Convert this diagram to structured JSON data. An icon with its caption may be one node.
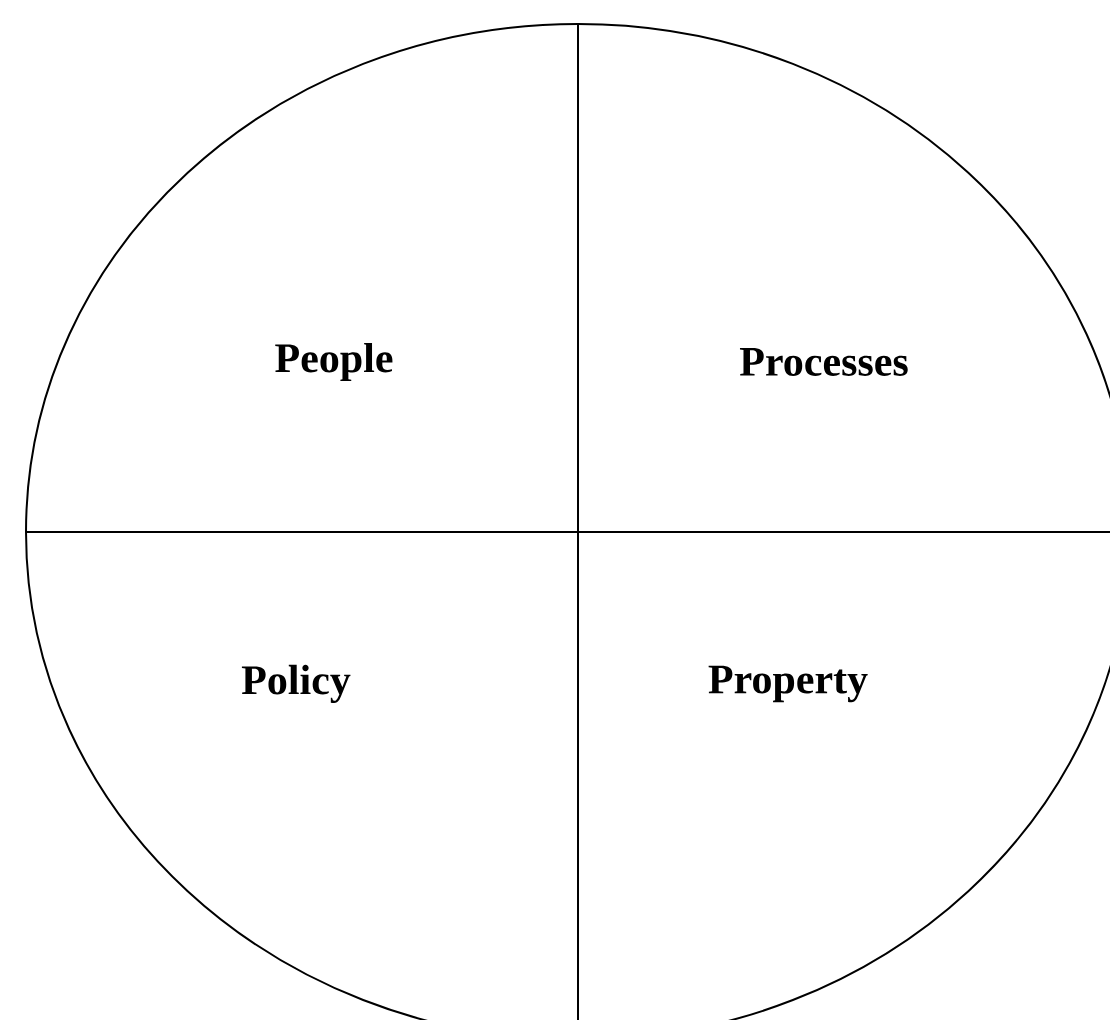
{
  "diagram": {
    "nodes": [
      {
        "text": [],
        "shape": "circle"
      },
      {
        "text": [
          "People"
        ],
        "in": 0
      },
      {
        "text": [
          "Processes"
        ],
        "in": 0
      },
      {
        "text": [
          "Policy"
        ],
        "in": 0
      },
      {
        "text": [
          "Property"
        ],
        "in": 0
      }
    ]
  }
}
